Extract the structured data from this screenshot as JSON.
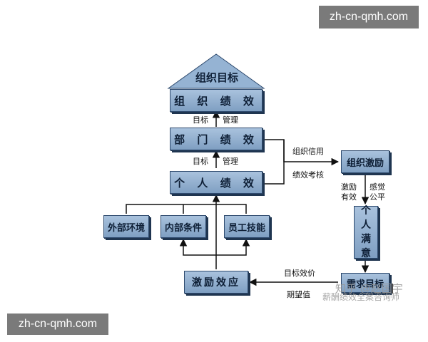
{
  "watermark": {
    "top_right": "zh-cn-qmh.com",
    "bottom_left": "zh-cn-qmh.com",
    "zhihu": "知乎 @赵国宇",
    "zhihu_sub": "薪酬绩效全案咨询师"
  },
  "nodes": {
    "org_goal": "组织目标",
    "org_perf": "组 织 绩 效",
    "dept_perf": "部 门 绩 效",
    "indiv_perf": "个 人 绩 效",
    "external_env": "外部环境",
    "internal_cond": "内部条件",
    "staff_skill": "员工技能",
    "incentive_effect": "激励效应",
    "org_incentive": "组织激励",
    "satisfaction": [
      "个",
      "人",
      "满",
      "意"
    ],
    "needs_goal": "需求目标"
  },
  "labels": {
    "goal_mgmt_1_left": "目标",
    "goal_mgmt_1_right": "管理",
    "goal_mgmt_2_left": "目标",
    "goal_mgmt_2_right": "管理",
    "org_credit": "组织信用",
    "perf_assess": "绩效考核",
    "incentive_valid_1": "激励",
    "incentive_valid_2": "有效",
    "perceive_fair_1": "感觉",
    "perceive_fair_2": "公平",
    "goal_value": "目标效价",
    "expectation": "期望值"
  },
  "colors": {
    "box_top": "#a9c2dd",
    "box_bottom": "#7f9fc2",
    "line": "#111111"
  }
}
